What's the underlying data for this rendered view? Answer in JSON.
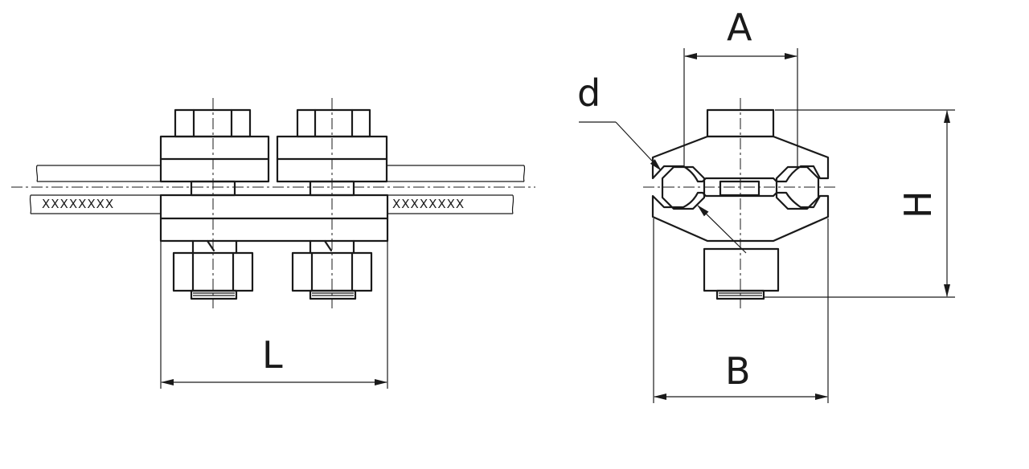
{
  "dimensions": {
    "length": "L",
    "width_bottom": "B",
    "width_top": "A",
    "height": "H",
    "conductor_diameter": "d"
  },
  "cable_marking": "XXXXXXXX"
}
